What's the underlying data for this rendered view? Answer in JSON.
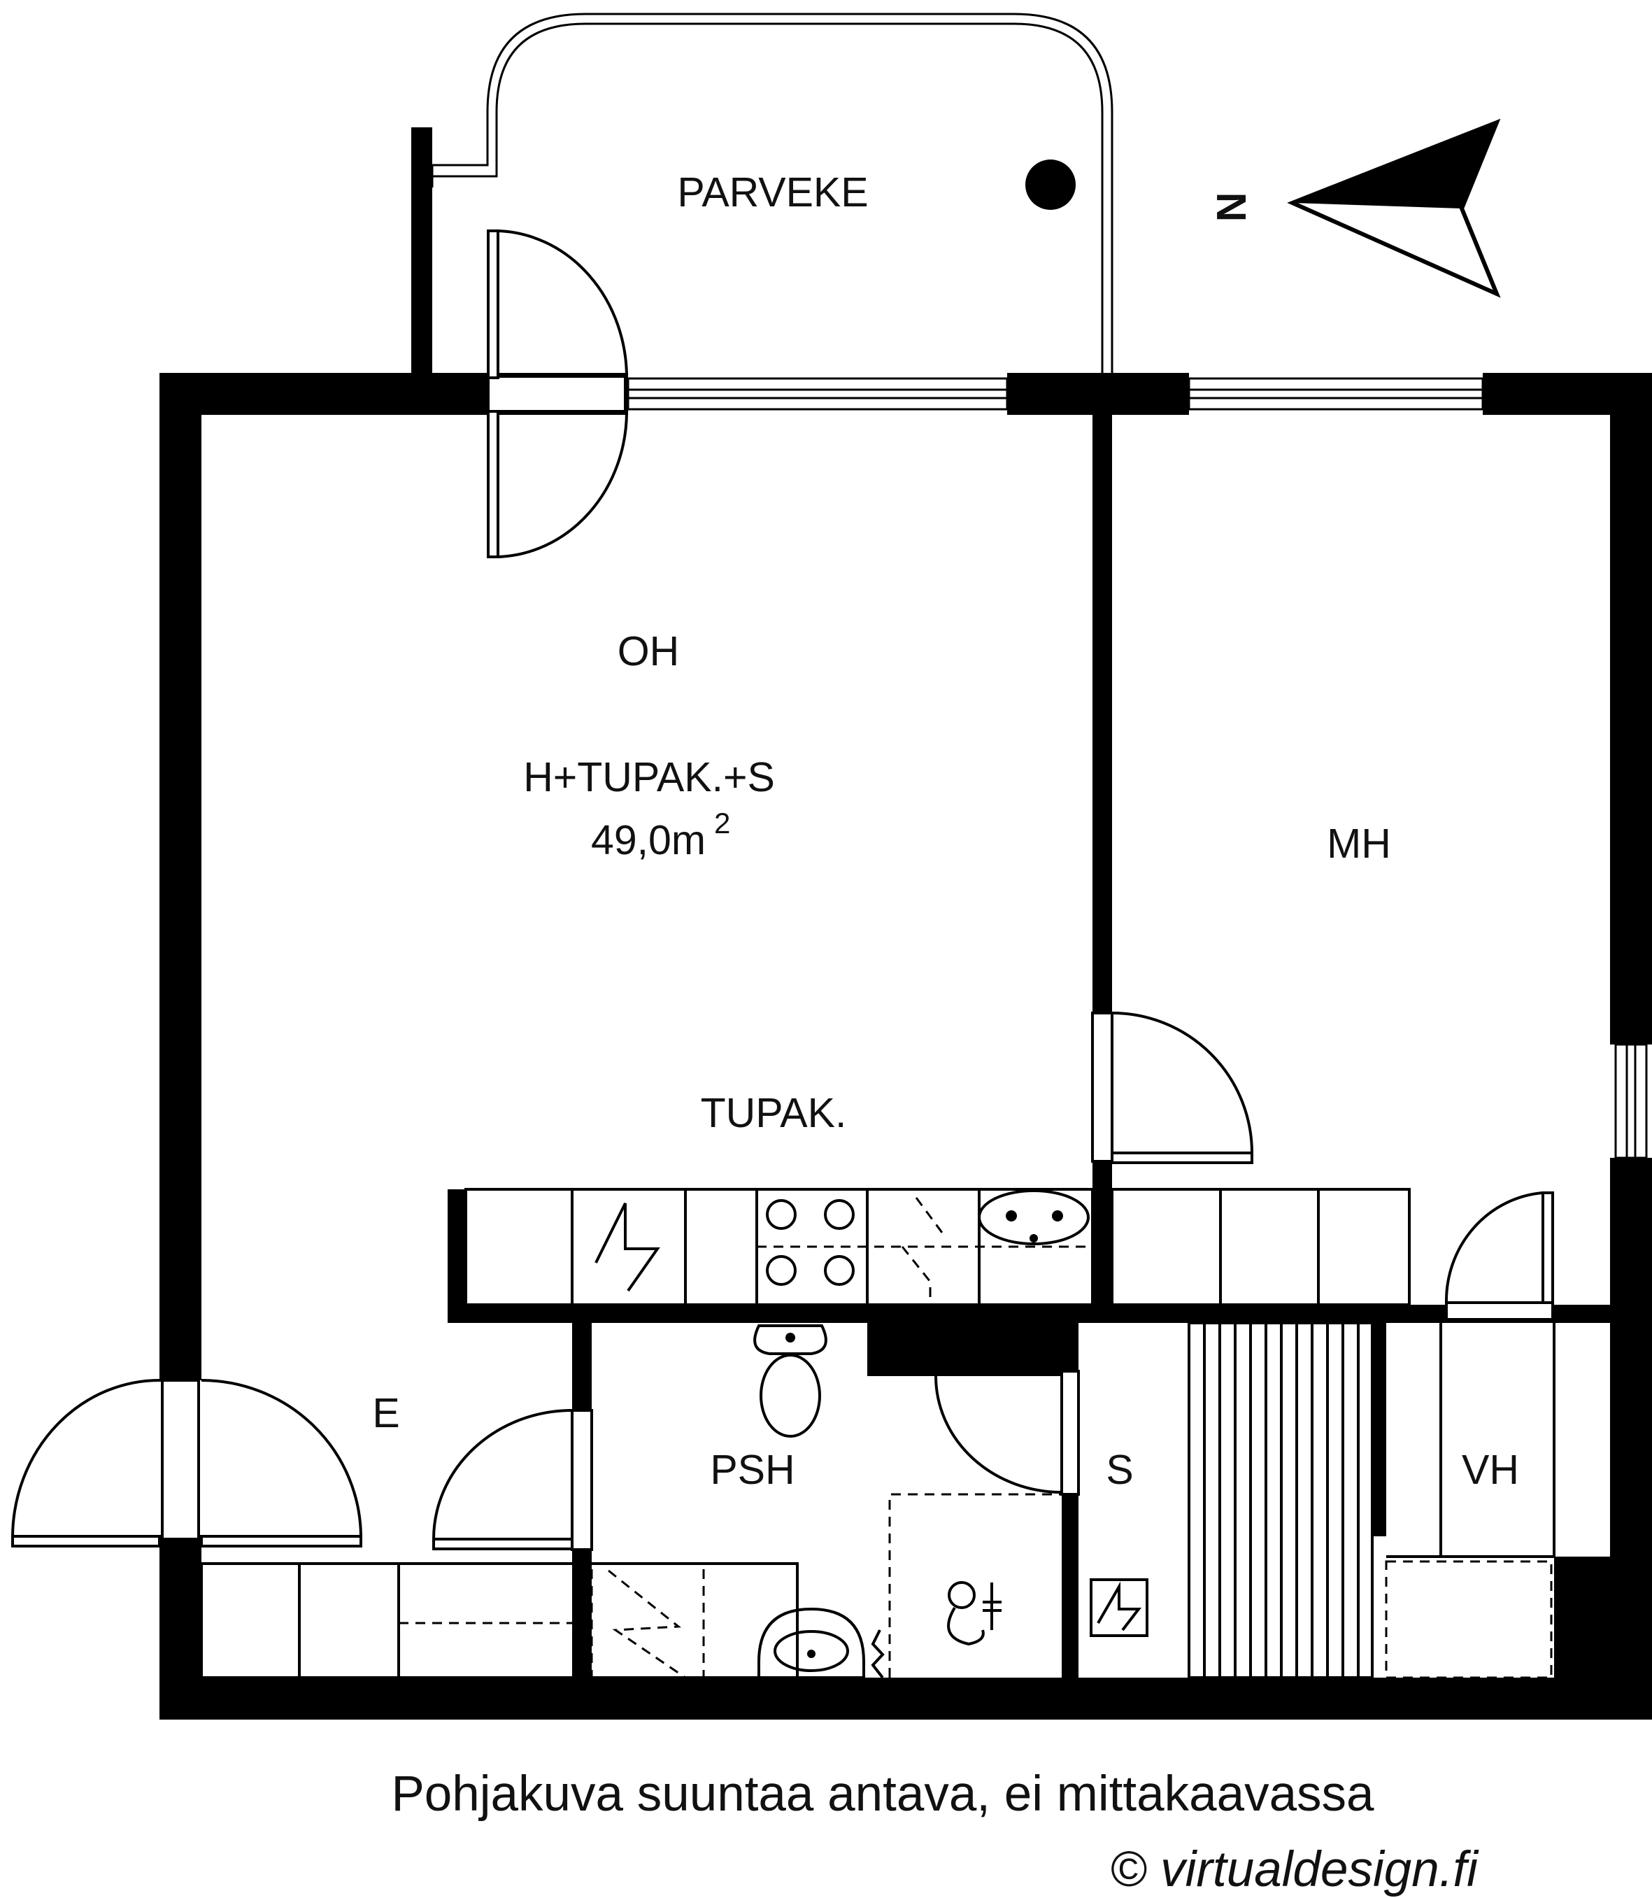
{
  "rooms": {
    "balcony": "PARVEKE",
    "oh": "OH",
    "apartment_type": "H+TUPAK.+S",
    "area_value": "49,0m",
    "area_sup": "2",
    "mh": "MH",
    "tupak": "TUPAK.",
    "e": "E",
    "psh": "PSH",
    "s": "S",
    "vh": "VH"
  },
  "compass": {
    "letter": "N"
  },
  "footer": {
    "disclaimer": "Pohjakuva suuntaa antava, ei mittakaavassa",
    "copyright": "© virtualdesign.fi"
  }
}
